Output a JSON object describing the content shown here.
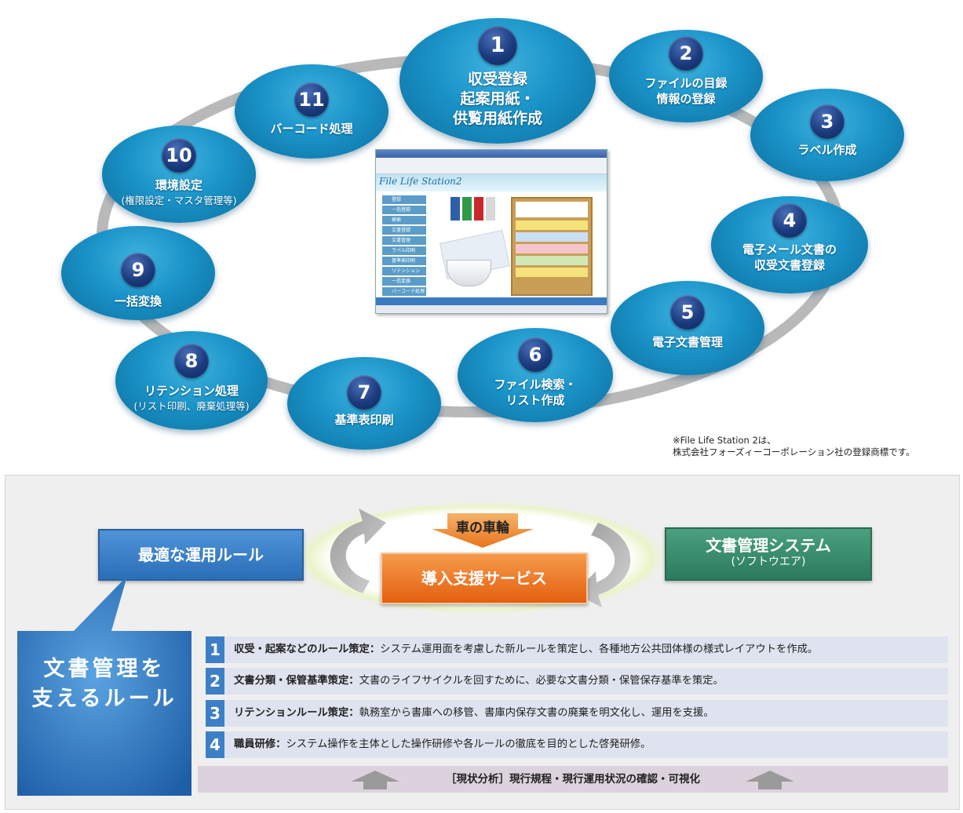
{
  "cycle": {
    "steps": [
      {
        "num": "1",
        "lines": [
          "収受登録",
          "起案用紙・",
          "供覧用紙作成"
        ]
      },
      {
        "num": "2",
        "lines": [
          "ファイルの目録",
          "情報の登録"
        ]
      },
      {
        "num": "3",
        "lines": [
          "ラベル作成"
        ]
      },
      {
        "num": "4",
        "lines": [
          "電子メール文書の",
          "収受文書登録"
        ]
      },
      {
        "num": "5",
        "lines": [
          "電子文書管理"
        ]
      },
      {
        "num": "6",
        "lines": [
          "ファイル検索・",
          "リスト作成"
        ]
      },
      {
        "num": "7",
        "lines": [
          "基準表印刷"
        ]
      },
      {
        "num": "8",
        "lines": [
          "リテンション処理"
        ],
        "sub": "(リスト印刷、廃棄処理等)"
      },
      {
        "num": "9",
        "lines": [
          "一括変換"
        ]
      },
      {
        "num": "10",
        "lines": [
          "環境設定"
        ],
        "sub": "(権限設定・マスタ管理等)"
      },
      {
        "num": "11",
        "lines": [
          "バーコード処理"
        ]
      }
    ],
    "note_line1": "※File Life Station 2は、",
    "note_line2": "株式会社フォーズィーコーポレーション社の登録商標です。",
    "screenshot": {
      "logo": "File Life Station2",
      "menu": [
        "登録",
        "一括登録",
        "検索",
        "文書登録",
        "文書管理",
        "ラベル印刷",
        "基準表印刷",
        "リテンション",
        "一括変換",
        "バーコード処理"
      ]
    }
  },
  "bottom": {
    "left_box": "最適な運用ルール",
    "wheel_label": "車の車輪",
    "center_box": "導入支援サービス",
    "right_box_title": "文書管理システム",
    "right_box_sub": "(ソフトウエア)",
    "callout_line1": "文書管理を",
    "callout_line2": "支えるルール",
    "rules": [
      {
        "num": "1",
        "head": "収受・起案などのルール策定：",
        "body": "システム運用面を考慮した新ルールを策定し、各種地方公共団体様の様式レイアウトを作成。"
      },
      {
        "num": "2",
        "head": "文書分類・保管基準策定：",
        "body": "文書のライフサイクルを回すために、必要な文書分類・保管保存基準を策定。"
      },
      {
        "num": "3",
        "head": "リテンションルール策定：",
        "body": "執務室から書庫への移管、書庫内保存文書の廃棄を明文化し、運用を支援。"
      },
      {
        "num": "4",
        "head": "職員研修：",
        "body": "システム操作を主体とした操作研修や各ルールの徹底を目的とした啓発研修。"
      }
    ],
    "footer": "［現状分析］現行規程・現行運用状況の確認・可視化"
  }
}
